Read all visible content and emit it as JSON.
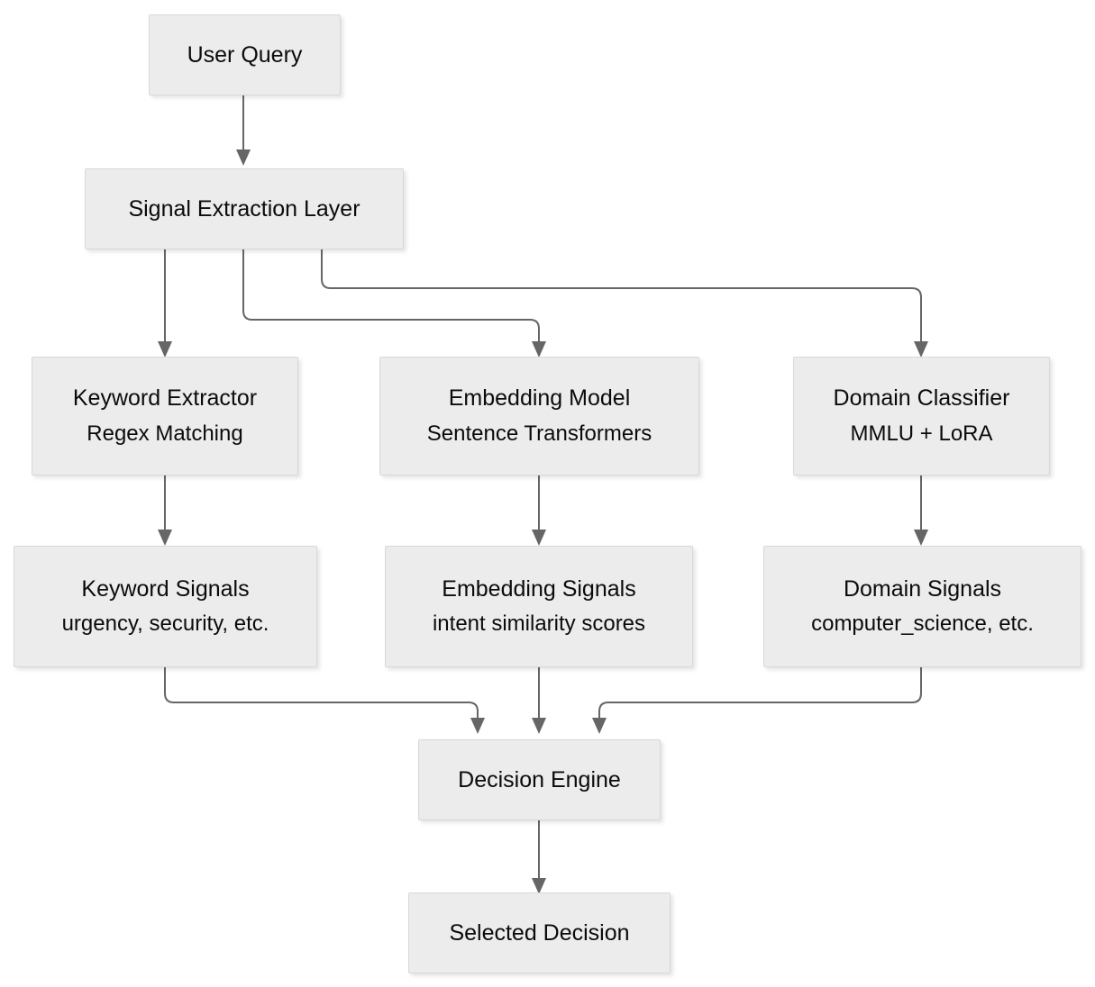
{
  "diagram": {
    "title": "Signal Extraction Layer Flowchart",
    "type": "flowchart",
    "direction": "top-to-bottom",
    "background_color": "#ffffff",
    "node_fill_color": "#ececec",
    "node_border_color": "#d8d8d8",
    "edge_color": "#666666",
    "text_color": "#0b0b0b"
  },
  "nodes": {
    "user_query": {
      "line1": "User Query",
      "line2": ""
    },
    "signal_extraction_layer": {
      "line1": "Signal Extraction Layer",
      "line2": ""
    },
    "keyword_extractor": {
      "line1": "Keyword Extractor",
      "line2": "Regex Matching"
    },
    "embedding_model": {
      "line1": "Embedding Model",
      "line2": "Sentence Transformers"
    },
    "domain_classifier": {
      "line1": "Domain Classifier",
      "line2": "MMLU + LoRA"
    },
    "keyword_signals": {
      "line1": "Keyword Signals",
      "line2": "urgency, security, etc."
    },
    "embedding_signals": {
      "line1": "Embedding Signals",
      "line2": "intent similarity scores"
    },
    "domain_signals": {
      "line1": "Domain Signals",
      "line2": "computer_science, etc."
    },
    "decision_engine": {
      "line1": "Decision Engine",
      "line2": ""
    },
    "selected_decision": {
      "line1": "Selected Decision",
      "line2": ""
    }
  },
  "edges": [
    {
      "from": "user_query",
      "to": "signal_extraction_layer"
    },
    {
      "from": "signal_extraction_layer",
      "to": "keyword_extractor"
    },
    {
      "from": "signal_extraction_layer",
      "to": "embedding_model"
    },
    {
      "from": "signal_extraction_layer",
      "to": "domain_classifier"
    },
    {
      "from": "keyword_extractor",
      "to": "keyword_signals"
    },
    {
      "from": "embedding_model",
      "to": "embedding_signals"
    },
    {
      "from": "domain_classifier",
      "to": "domain_signals"
    },
    {
      "from": "keyword_signals",
      "to": "decision_engine"
    },
    {
      "from": "embedding_signals",
      "to": "decision_engine"
    },
    {
      "from": "domain_signals",
      "to": "decision_engine"
    },
    {
      "from": "decision_engine",
      "to": "selected_decision"
    }
  ]
}
